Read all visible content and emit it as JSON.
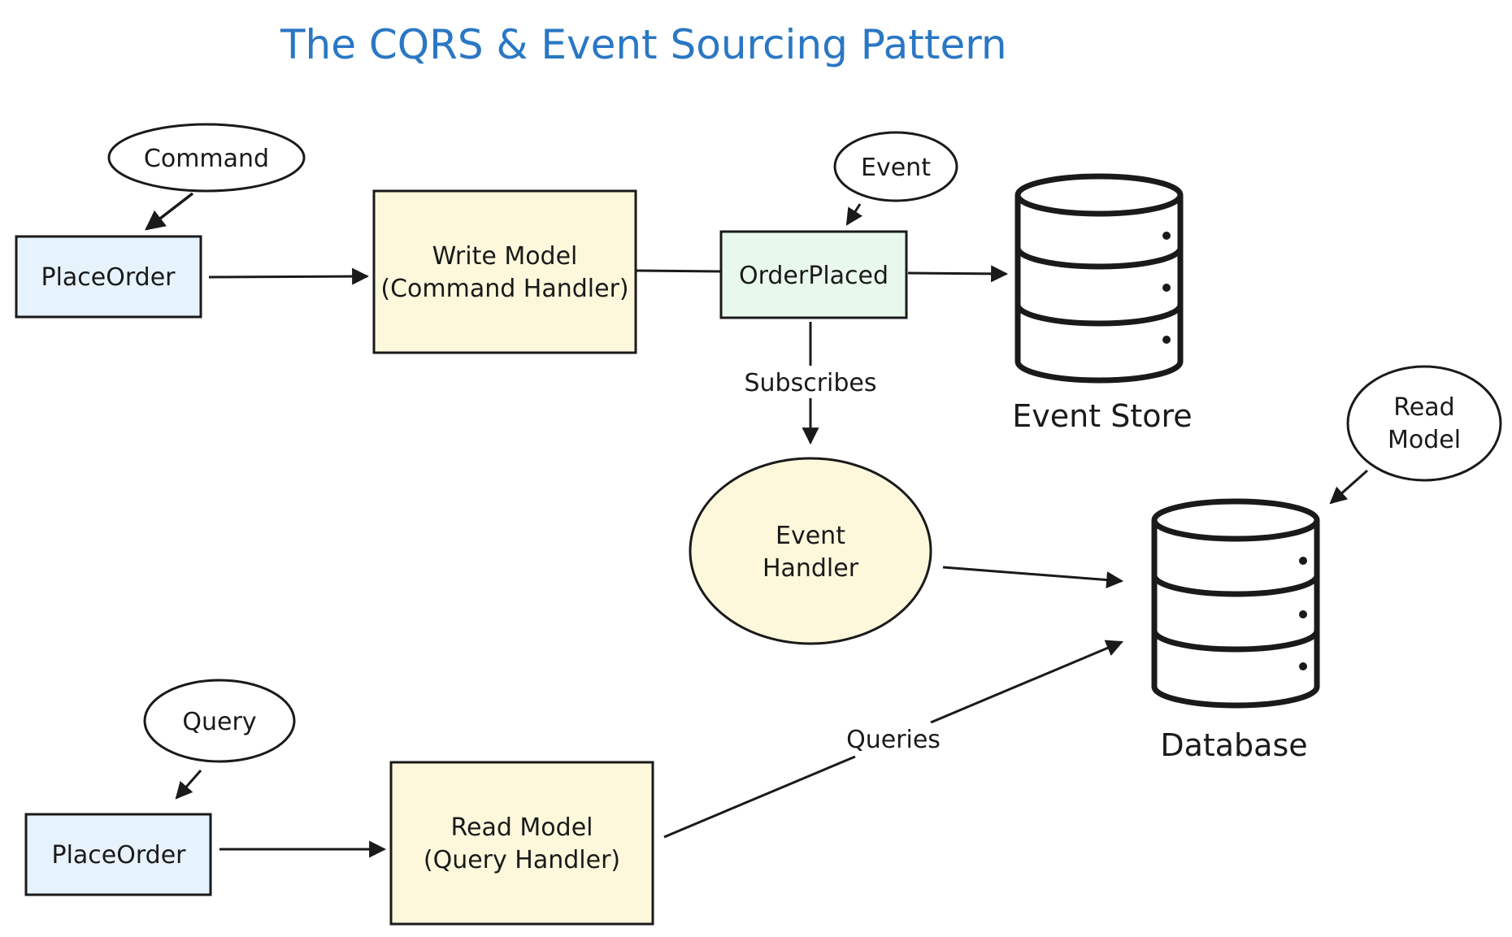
{
  "title": "The CQRS & Event Sourcing Pattern",
  "colors": {
    "title": "#2a77c4",
    "command_box": "#e6f3fc",
    "handler_box": "#fdf8dc",
    "event_box": "#e8f8ec",
    "event_handler": "#fdf8dc",
    "stroke": "#1a1a1a"
  },
  "notes": {
    "command": "Command",
    "event": "Event",
    "read_model": [
      "Read",
      "Model"
    ],
    "query": "Query"
  },
  "nodes": {
    "place_order_top": "PlaceOrder",
    "write_model": [
      "Write Model",
      "(Command Handler)"
    ],
    "order_placed": "OrderPlaced",
    "event_store": "Event Store",
    "event_handler": [
      "Event",
      "Handler"
    ],
    "database": "Database",
    "place_order_bottom": "PlaceOrder",
    "read_model": [
      "Read Model",
      "(Query Handler)"
    ]
  },
  "edges": {
    "subscribes": "Subscribes",
    "queries": "Queries"
  },
  "icons": {
    "event_store": "database-icon",
    "database": "database-icon"
  }
}
